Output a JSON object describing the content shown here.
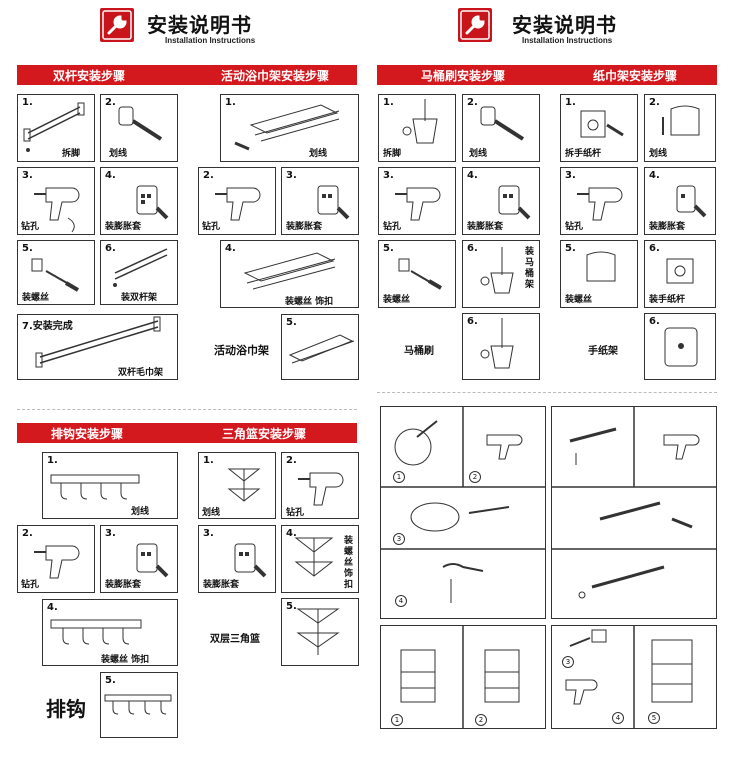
{
  "header": {
    "title": "安装说明书",
    "subtitle": "Installation Instructions"
  },
  "sections": {
    "double_bar": "双杆安装步骤",
    "towel_rack": "活动浴巾架安装步骤",
    "toilet_brush": "马桶刷安装步骤",
    "paper_holder": "纸巾架安装步骤",
    "hook_rail": "排钩安装步骤",
    "corner_basket": "三角篮安装步骤"
  },
  "double_bar": {
    "steps": [
      {
        "num": "1.",
        "caption": "拆脚"
      },
      {
        "num": "2.",
        "caption": "划线"
      },
      {
        "num": "3.",
        "caption": "钻孔"
      },
      {
        "num": "4.",
        "caption": "装膨胀套"
      },
      {
        "num": "5.",
        "caption": "装螺丝"
      },
      {
        "num": "6.",
        "caption": "装双杆架"
      }
    ],
    "step7_num": "7.安装完成",
    "step7_caption": "双杆毛巾架"
  },
  "towel_rack": {
    "steps": [
      {
        "num": "1.",
        "caption": "划线"
      },
      {
        "num": "2.",
        "caption": "钻孔"
      },
      {
        "num": "3.",
        "caption": "装膨胀套"
      },
      {
        "num": "4.",
        "caption": "装螺丝 饰扣"
      },
      {
        "num": "5.",
        "caption": ""
      }
    ],
    "final_label": "活动浴巾架"
  },
  "toilet_brush": {
    "steps": [
      {
        "num": "1.",
        "caption": "拆脚"
      },
      {
        "num": "2.",
        "caption": "划线"
      },
      {
        "num": "3.",
        "caption": "钻孔"
      },
      {
        "num": "4.",
        "caption": "装膨胀套"
      },
      {
        "num": "5.",
        "caption": "装螺丝"
      },
      {
        "num": "6.",
        "caption": "装马桶架"
      },
      {
        "num": "6.",
        "caption": ""
      }
    ],
    "final_label": "马桶刷"
  },
  "paper_holder": {
    "steps": [
      {
        "num": "1.",
        "caption": "拆手纸杆"
      },
      {
        "num": "2.",
        "caption": "划线"
      },
      {
        "num": "3.",
        "caption": "钻孔"
      },
      {
        "num": "4.",
        "caption": "装膨胀套"
      },
      {
        "num": "5.",
        "caption": "装螺丝"
      },
      {
        "num": "6.",
        "caption": "装手纸杆"
      },
      {
        "num": "6.",
        "caption": ""
      }
    ],
    "final_label": "手纸架"
  },
  "hook_rail": {
    "steps": [
      {
        "num": "1.",
        "caption": "划线"
      },
      {
        "num": "2.",
        "caption": "钻孔"
      },
      {
        "num": "3.",
        "caption": "装膨胀套"
      },
      {
        "num": "4.",
        "caption": "装螺丝 饰扣"
      },
      {
        "num": "5.",
        "caption": ""
      }
    ],
    "final_label": "排钩"
  },
  "corner_basket": {
    "steps": [
      {
        "num": "1.",
        "caption": "划线"
      },
      {
        "num": "2.",
        "caption": "钻孔"
      },
      {
        "num": "3.",
        "caption": "装膨胀套"
      },
      {
        "num": "4.",
        "caption": "装螺丝饰扣"
      },
      {
        "num": "5.",
        "caption": ""
      }
    ],
    "final_label": "双层三角篮"
  },
  "circled_numbers": [
    "1",
    "2",
    "3",
    "4",
    "5"
  ],
  "colors": {
    "accent": "#d3181e",
    "border": "#333333",
    "dash": "#bbbbbb"
  }
}
